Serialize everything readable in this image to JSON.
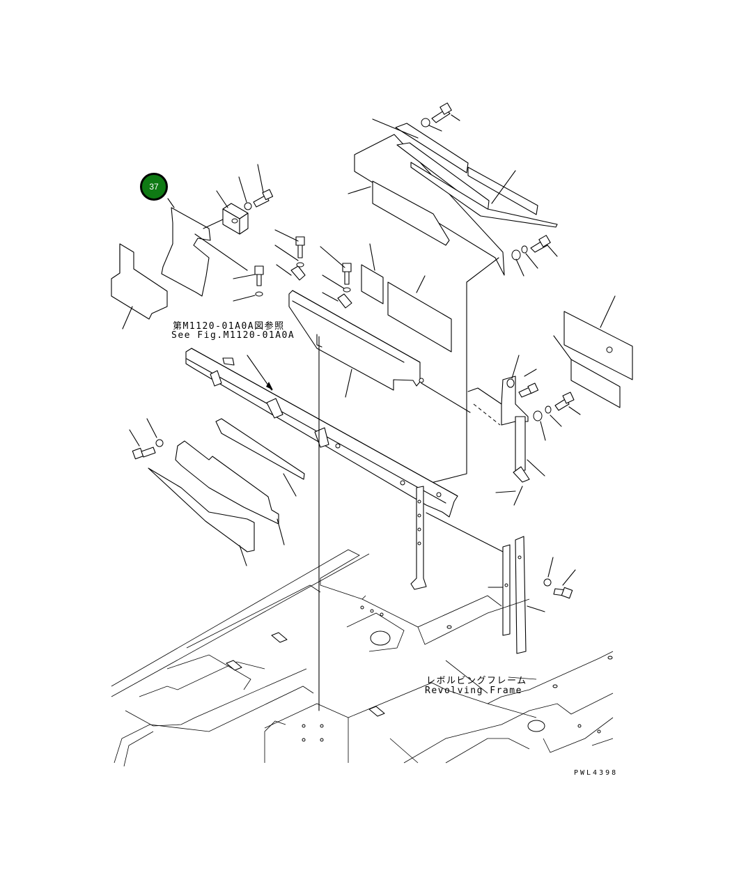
{
  "callout": {
    "number": "37"
  },
  "reference": {
    "line_ja": "第M1120-01A0A図参照",
    "line_en": "See Fig.M1120-01A0A"
  },
  "revolving_frame": {
    "line_ja": "レボルビングフレーム",
    "line_en": "Revolving Frame"
  },
  "drawing_code": "PWL4398",
  "colors": {
    "callout_fill": "#0f7a14",
    "line": "#000000",
    "background": "#ffffff"
  }
}
